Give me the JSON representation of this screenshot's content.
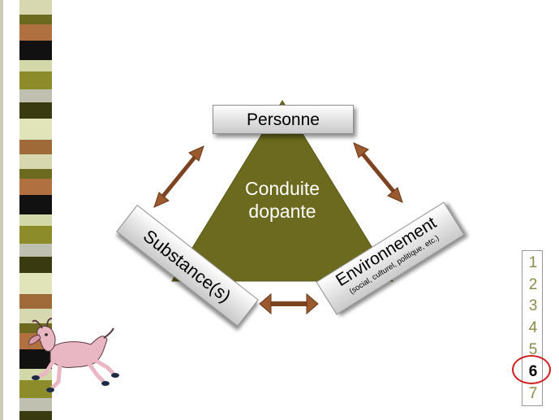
{
  "diagram": {
    "top_label": "Personne",
    "left_label": "Substance(s)",
    "right_label": "Environnement",
    "right_sublabel": "(social, culturel, politique, etc.)",
    "center_line1": "Conduite",
    "center_line2": "dopante"
  },
  "slide_nav": {
    "numbers": [
      "1",
      "2",
      "3",
      "4",
      "5",
      "6",
      "7"
    ],
    "current": "6"
  },
  "colors": {
    "triangle": "#6b6a1e",
    "arrow": "#9b5a2e",
    "number_inactive": "#8a8a4a",
    "highlight_ring": "#d02020"
  }
}
